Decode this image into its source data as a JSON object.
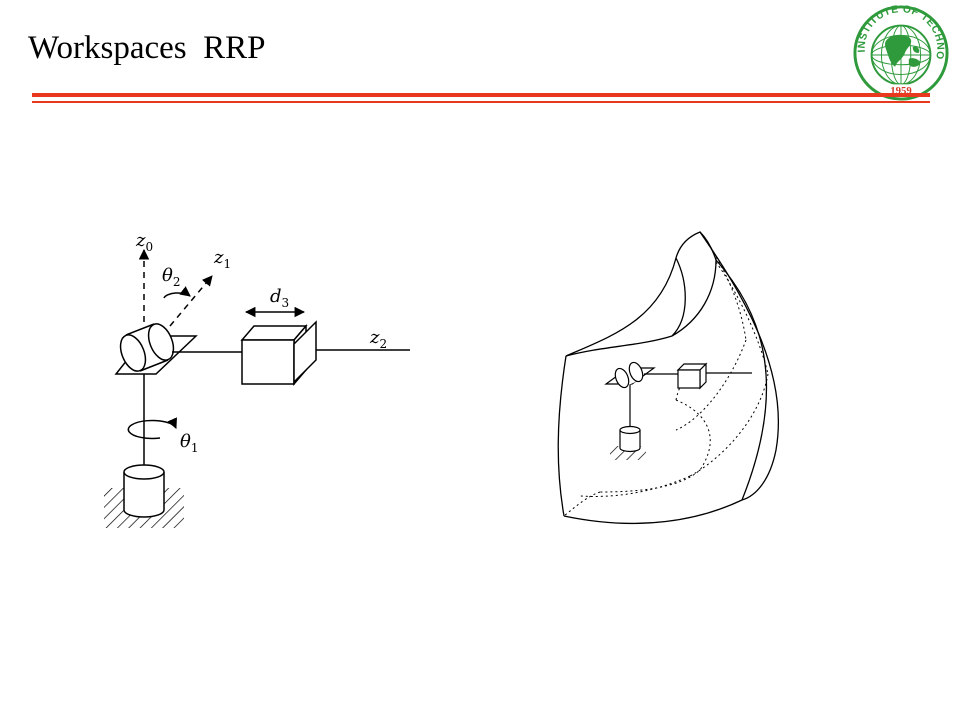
{
  "title": "Workspaces  RRP",
  "colors": {
    "rule": "#e8391f",
    "logo_green": "#2e9a3b",
    "logo_red": "#d63a2a",
    "ink": "#000000"
  },
  "logo": {
    "text_arc": "ASIAN INSTITUTE OF TECHNOLOGY",
    "year": "1959"
  },
  "left_diagram": {
    "labels": {
      "z0": {
        "base": "z",
        "sub": "0"
      },
      "z1": {
        "base": "z",
        "sub": "1"
      },
      "z2": {
        "base": "z",
        "sub": "2"
      },
      "theta1": {
        "base": "θ",
        "sub": "1"
      },
      "theta2": {
        "base": "θ",
        "sub": "2"
      },
      "d3": {
        "base": "d",
        "sub": "3"
      }
    }
  }
}
